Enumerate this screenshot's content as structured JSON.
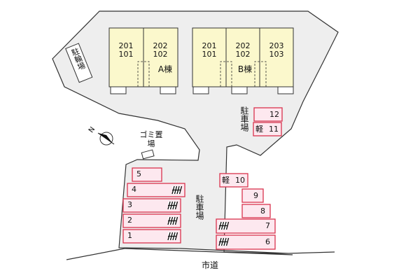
{
  "colors": {
    "lot_fill": "#eeeeee",
    "building_fill": "#fbf8cc",
    "parking_fill": "#fde8ef",
    "parking_stroke": "#d9334d",
    "outline": "#333333"
  },
  "buildings": [
    {
      "name": "A棟",
      "units": [
        {
          "upper": "201",
          "lower": "101"
        },
        {
          "upper": "202",
          "lower": "102"
        }
      ]
    },
    {
      "name": "B棟",
      "units": [
        {
          "upper": "201",
          "lower": "101"
        },
        {
          "upper": "202",
          "lower": "102"
        },
        {
          "upper": "203",
          "lower": "103"
        }
      ]
    }
  ],
  "labels": {
    "bicycle_parking": "駐輪場",
    "garbage": "ゴミ置場",
    "parking": "駐車場",
    "road": "市道",
    "compass": "N"
  },
  "parking_left": [
    {
      "number": "5",
      "mark": false
    },
    {
      "number": "4",
      "mark": true
    },
    {
      "number": "3",
      "mark": true
    },
    {
      "number": "2",
      "mark": true
    },
    {
      "number": "1",
      "mark": true
    }
  ],
  "parking_right": [
    {
      "number": "10",
      "kei": "軽",
      "mark": false
    },
    {
      "number": "9",
      "kei": "",
      "mark": false
    },
    {
      "number": "8",
      "kei": "",
      "mark": false
    },
    {
      "number": "7",
      "kei": "",
      "mark": true
    },
    {
      "number": "6",
      "kei": "",
      "mark": true
    }
  ],
  "parking_top": [
    {
      "number": "12",
      "kei": ""
    },
    {
      "number": "11",
      "kei": "軽"
    }
  ],
  "icons": {
    "compass": "north-arrow-icon",
    "reserved_mark": "hatched-mark-icon"
  }
}
